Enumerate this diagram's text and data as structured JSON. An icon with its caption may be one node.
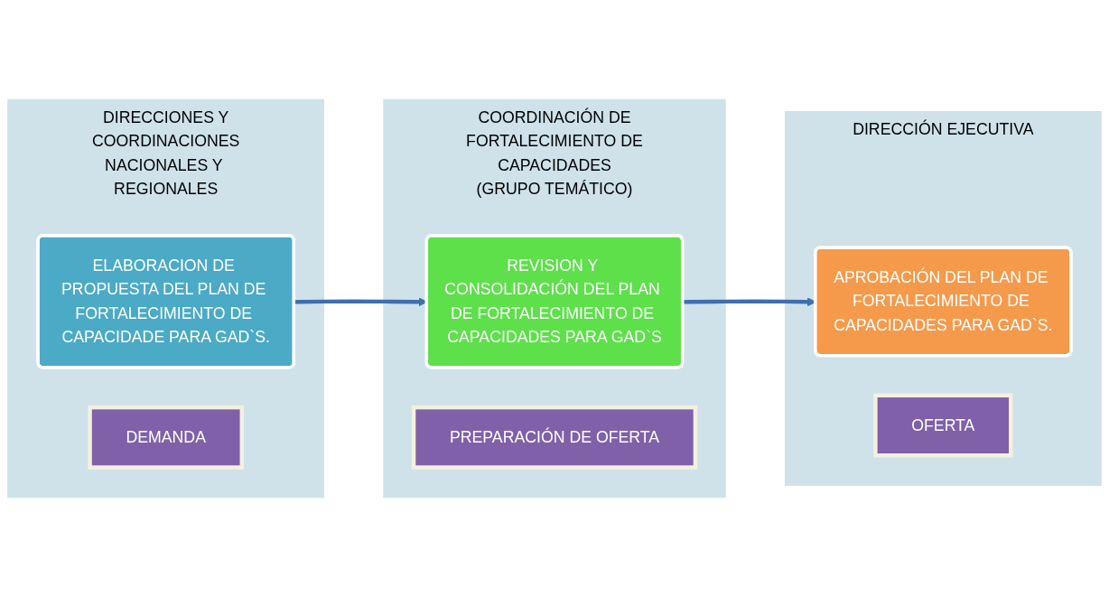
{
  "diagram": {
    "nodes": [
      {
        "text": [
          "DIRECCIONES Y COORDINACIONES NACIONALES Y REGIONALES"
        ]
      },
      {
        "text": [
          "ELABORACION DE PROPUESTA DEL PLAN DE FORTALECIMIENTO DE CAPACIDADE PARA GAD`S."
        ],
        "in": 0
      },
      {
        "text": [
          "DEMANDA"
        ],
        "in": 0
      },
      {
        "text": [
          "COORDINACIÓN DE FORTALECIMIENTO DE CAPACIDADES",
          "(GRUPO TEMÁTICO)"
        ]
      },
      {
        "text": [
          "REVISION Y CONSOLIDACIÓN DEL PLAN DE FORTALECIMIENTO DE CAPACIDADES PARA GAD`S"
        ],
        "in": 3
      },
      {
        "text": [
          "PREPARACIÓN DE OFERTA"
        ],
        "in": 3
      },
      {
        "text": [
          "DIRECCIÓN EJECUTIVA"
        ]
      },
      {
        "text": [
          "APROBACIÓN DEL PLAN DE FORTALECIMIENTO DE CAPACIDADES PARA GAD`S."
        ],
        "in": 6
      },
      {
        "text": [
          "OFERTA"
        ],
        "in": 6
      }
    ],
    "edges": [
      {
        "from": 1,
        "to": 4,
        "arrow": "to"
      },
      {
        "from": 4,
        "to": 7,
        "arrow": "to"
      }
    ]
  }
}
